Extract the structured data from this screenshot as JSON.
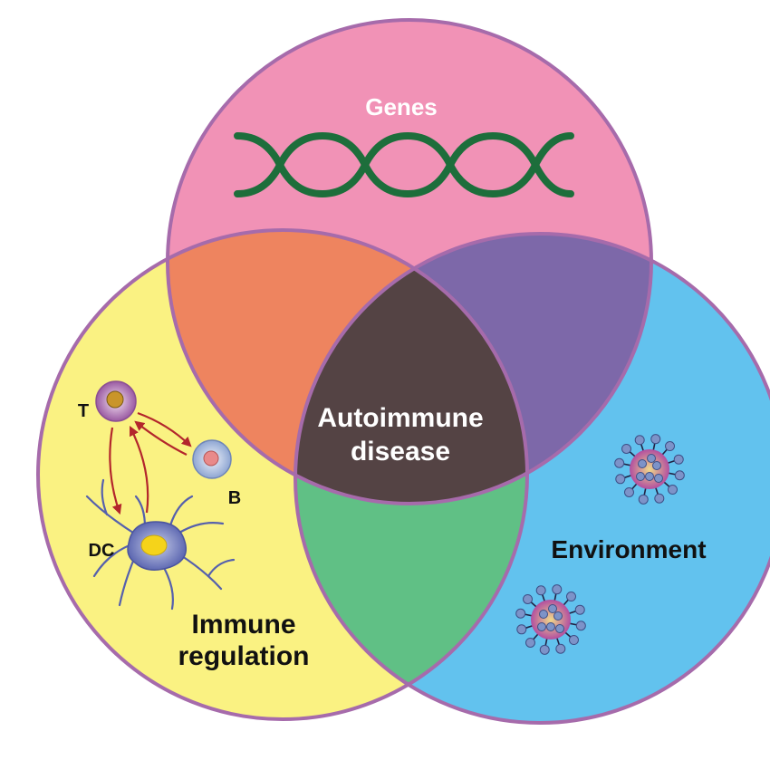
{
  "diagram": {
    "sets": {
      "genes": {
        "label": "Genes",
        "fill": "#f192b6"
      },
      "immune": {
        "label_line1": "Immune",
        "label_line2": "regulation",
        "fill": "#faf282"
      },
      "environment": {
        "label": "Environment",
        "fill": "#62c2ee"
      }
    },
    "overlaps": {
      "genes_immune": "#ee845f",
      "genes_environment": "#7d68a9",
      "immune_environment": "#60c085",
      "center": {
        "label_line1": "Autoimmune",
        "label_line2": "disease",
        "fill": "#544344"
      }
    },
    "outline_color": "#a66bab",
    "dna_color": "#1d6e3b",
    "cells": {
      "t_cell": "T",
      "b_cell": "B",
      "dendritic_cell": "DC"
    },
    "arrow_color": "#b3262c",
    "virus_icon_count": 2
  }
}
